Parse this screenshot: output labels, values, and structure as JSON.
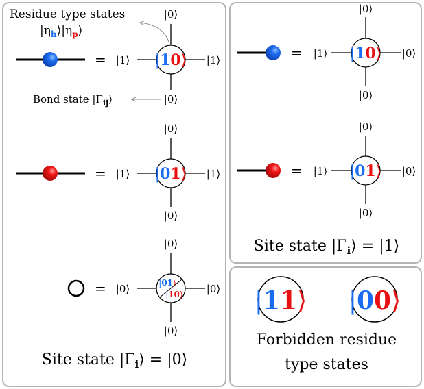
{
  "colors": {
    "hole": "#1a6cf0",
    "particle": "#e81010",
    "panel_border": "#b4b4b4",
    "bond": "#000000"
  },
  "left": {
    "annotation_residue_title": "Residue type states",
    "annotation_residue_formula": {
      "open1": "|η",
      "sub1": "h",
      "mid": "⟩|η",
      "sub2": "p",
      "close": "⟩"
    },
    "annotation_bond_label": "Bond state |Γ",
    "annotation_bond_sub": "ij",
    "annotation_bond_close": "⟩",
    "equals": "=",
    "rows": [
      {
        "id": "hole",
        "left_ket": "|1⟩",
        "right_ket": "|1⟩",
        "top_ket": "|0⟩",
        "bottom_ket": "|0⟩",
        "center_a": "1",
        "center_b": "0"
      },
      {
        "id": "particle",
        "left_ket": "|1⟩",
        "right_ket": "|1⟩",
        "top_ket": "|0⟩",
        "bottom_ket": "|0⟩",
        "center_a": "0",
        "center_b": "1"
      },
      {
        "id": "empty",
        "left_ket": "|0⟩",
        "right_ket": "|0⟩",
        "top_ket": "|0⟩",
        "bottom_ket": "|0⟩",
        "small_a": "01",
        "small_b": "10"
      }
    ],
    "caption": "Site state |Γ",
    "caption_sub": "i",
    "caption_value": "⟩ = |0⟩"
  },
  "top_right": {
    "equals": "=",
    "rows": [
      {
        "id": "hole-end",
        "left_ket": "|1⟩",
        "right_ket": "|0⟩",
        "top_ket": "|0⟩",
        "bottom_ket": "|0⟩",
        "center_a": "1",
        "center_b": "0"
      },
      {
        "id": "particle-end",
        "left_ket": "|1⟩",
        "right_ket": "|0⟩",
        "top_ket": "|0⟩",
        "bottom_ket": "|0⟩",
        "center_a": "0",
        "center_b": "1"
      }
    ],
    "caption": "Site state |Γ",
    "caption_sub": "i",
    "caption_value": "⟩ = |1⟩"
  },
  "bottom_right": {
    "forbidden": [
      {
        "a": "1",
        "b": "1"
      },
      {
        "a": "0",
        "b": "0"
      }
    ],
    "caption_line1": "Forbidden residue",
    "caption_line2": "type states"
  }
}
